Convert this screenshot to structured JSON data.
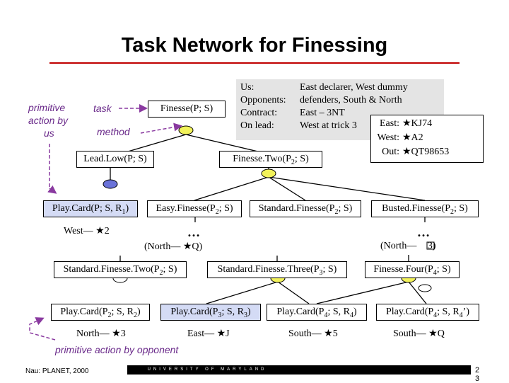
{
  "title": "Task Network for Finessing",
  "legend": {
    "primitive_action_lines": [
      "primitive",
      "action by",
      "us"
    ],
    "task": "task",
    "method": "method",
    "opponent_action": "primitive action by opponent"
  },
  "info": {
    "us_label": "Us:",
    "us_value": "East declarer, West dummy",
    "opponents_label": "Opponents:",
    "opponents_value": "defenders, South & North",
    "contract_label": "Contract:",
    "contract_value": "East – 3NT",
    "lead_label": "On lead:",
    "lead_value": "West at trick 3"
  },
  "hand": {
    "east_label": "East:",
    "east_value": "★KJ74",
    "west_label": "West:",
    "west_value": "★A2",
    "out_label": "Out:",
    "out_value": "★QT98653"
  },
  "nodes": {
    "finesse": "Finesse(P; S)",
    "leadlow": "Lead.Low(P; S)",
    "finessetwo_pre": "Finesse.Two(P",
    "finessetwo_sub": "2",
    "finessetwo_post": "; S)",
    "playcard1_pre": "Play.Card(P; S, R",
    "playcard1_sub": "1",
    "playcard1_post": ")",
    "easy_pre": "Easy.Finesse(P",
    "easy_sub": "2",
    "easy_post": "; S)",
    "standard_pre": "Standard.Finesse(P",
    "standard_sub": "2",
    "standard_post": "; S)",
    "busted_pre": "Busted.Finesse(P",
    "busted_sub": "2",
    "busted_post": "; S)",
    "sftwo_pre": "Standard.Finesse.Two(P",
    "sftwo_sub": "2",
    "sftwo_post": "; S)",
    "sfthree_pre": "Standard.Finesse.Three(P",
    "sfthree_sub": "3",
    "sfthree_post": "; S)",
    "ffour_pre": "Finesse.Four(P",
    "ffour_sub": "4",
    "ffour_post": "; S)",
    "pc2_pre": "Play.Card(P",
    "pc2_sub1": "2",
    "pc2_mid": "; S, R",
    "pc2_sub2": "2",
    "pc2_post": ")",
    "pc3_pre": "Play.Card(P",
    "pc3_sub1": "3",
    "pc3_mid": "; S, R",
    "pc3_sub2": "3",
    "pc3_post": ")",
    "pc4_pre": "Play.Card(P",
    "pc4_sub1": "4",
    "pc4_mid": "; S, R",
    "pc4_sub2": "4",
    "pc4_post": ")",
    "pc4b_pre": "Play.Card(P",
    "pc4b_sub1": "4",
    "pc4b_mid": "; S, R",
    "pc4b_sub2": "4",
    "pc4b_post": "’)"
  },
  "annotations": {
    "west2": "West— ★2",
    "northq": "(North— ★Q)",
    "north3_pre": "(North— ",
    "north3_post": "3)",
    "north3": "North— ★3",
    "eastj": "East— ★J",
    "south5": "South— ★5",
    "southq": "South— ★Q",
    "ellipsis": "…"
  },
  "footer": {
    "author": "Nau: PLANET, 2000",
    "university": "UNIVERSITY OF MARYLAND",
    "page_digit_1": "2",
    "page_digit_2": "3"
  },
  "colors": {
    "accent_rule": "#c00000",
    "legend_purple": "#6a2a8a",
    "arrow_purple": "#8a3aa0",
    "primitive_fill": "#6a72d8",
    "method_fill": "#f2f25a",
    "task_fill": "#ffffff",
    "info_bg": "#e4e4e4"
  }
}
